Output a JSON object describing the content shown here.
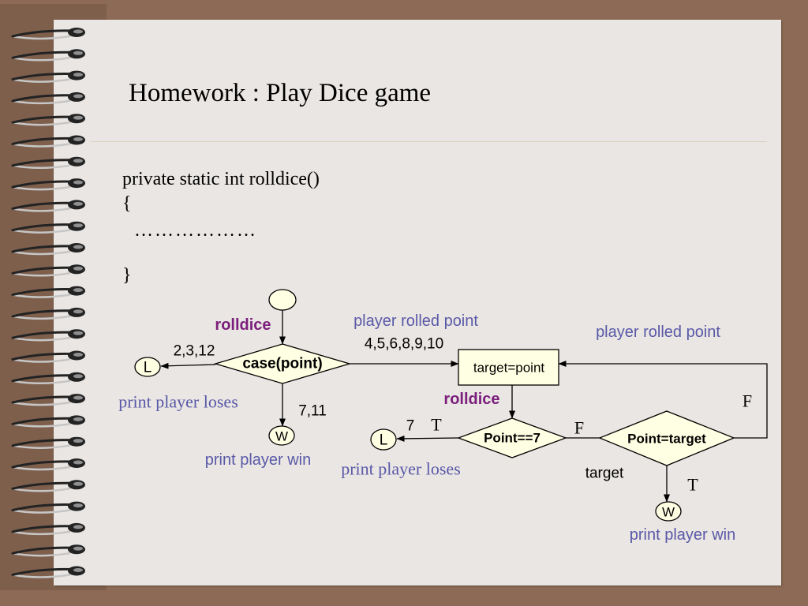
{
  "slide": {
    "title": "Homework : Play Dice game",
    "code_lines": [
      "private static int rolldice()",
      "{",
      "………………",
      "}"
    ]
  },
  "flowchart": {
    "nodes": {
      "case_decision": "case(point)",
      "lose_terminal_1": "L",
      "win_terminal_1": "W",
      "target_box": "target=point",
      "point7_decision": "Point==7",
      "lose_terminal_2": "L",
      "target_decision": "Point=target",
      "win_terminal_2": "W"
    },
    "labels": {
      "rolldice_1": "rolldice",
      "craps_values": "2,3,12",
      "print_loses_1": "print player loses",
      "natural_values": "7,11",
      "print_win_1": "print player win",
      "player_rolled_point_1": "player rolled point",
      "point_values": "4,5,6,8,9,10",
      "player_rolled_point_2": "player rolled point",
      "rolldice_2": "rolldice",
      "seven": "7",
      "t_1": "T",
      "f_1": "F",
      "f_2": "F",
      "print_loses_2": "print player loses",
      "target": "target",
      "t_2": "T",
      "print_win_2": "print player win"
    }
  },
  "colors": {
    "frame_brown": "#8C6A55",
    "binding_strip": "#7E5F4C",
    "paper": "#EAE6E3",
    "divider": "#D9D1BD",
    "node_fill": "#FFFFE3",
    "keyword_purple": "#7B1F7D",
    "annotation_blue": "#5959A8",
    "spiral_dark": "#232323",
    "spiral_light": "#C6C6C6"
  }
}
